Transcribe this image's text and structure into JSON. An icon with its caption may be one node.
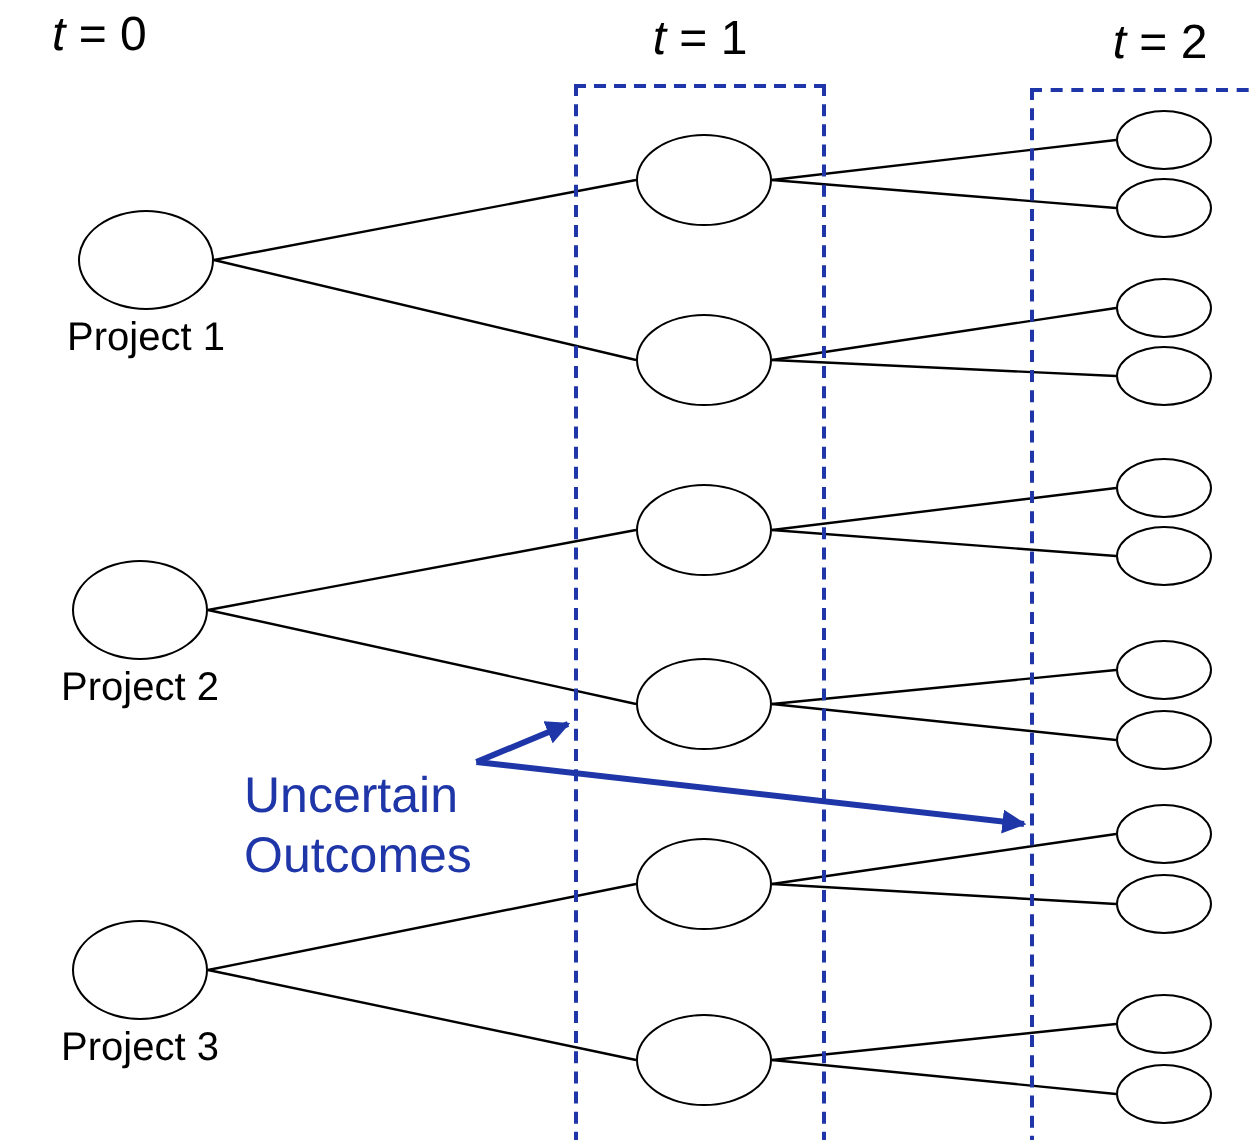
{
  "diagram": {
    "nodes": [
      {
        "text": [
          "*t* = 1"
        ]
      },
      {
        "text": [
          "*t* = 2"
        ]
      },
      {
        "text": [],
        "shape": "circle",
        "beside": [
          "Project 1"
        ]
      },
      {
        "text": [],
        "shape": "circle",
        "beside": [
          "Project 2"
        ]
      },
      {
        "text": [],
        "shape": "circle",
        "beside": [
          "Project 3"
        ]
      },
      {
        "text": [],
        "shape": "circle",
        "in": 0
      },
      {
        "text": [],
        "shape": "circle",
        "in": 0
      },
      {
        "text": [],
        "shape": "circle",
        "in": 0
      },
      {
        "text": [],
        "shape": "circle",
        "in": 0
      },
      {
        "text": [],
        "shape": "circle",
        "in": 0
      },
      {
        "text": [],
        "shape": "circle",
        "in": 0
      },
      {
        "text": [],
        "shape": "circle",
        "in": 1
      },
      {
        "text": [],
        "shape": "circle",
        "in": 1
      },
      {
        "text": [],
        "shape": "circle",
        "in": 1
      },
      {
        "text": [],
        "shape": "circle",
        "in": 1
      },
      {
        "text": [],
        "shape": "circle",
        "in": 1
      },
      {
        "text": [],
        "shape": "circle",
        "in": 1
      },
      {
        "text": [],
        "shape": "circle",
        "in": 1
      },
      {
        "text": [],
        "shape": "circle",
        "in": 1
      },
      {
        "text": [],
        "shape": "circle",
        "in": 1
      },
      {
        "text": [],
        "shape": "circle",
        "in": 1
      },
      {
        "text": [],
        "shape": "circle",
        "in": 1
      },
      {
        "text": [],
        "shape": "circle",
        "in": 1
      },
      {
        "text": [
          "Uncertain Outcomes"
        ]
      }
    ],
    "edges": [
      {
        "from": 2,
        "to": 5,
        "arrow": "none"
      },
      {
        "from": 2,
        "to": 6,
        "arrow": "none"
      },
      {
        "from": 3,
        "to": 7,
        "arrow": "none"
      },
      {
        "from": 3,
        "to": 8,
        "arrow": "none"
      },
      {
        "from": 4,
        "to": 9,
        "arrow": "none"
      },
      {
        "from": 4,
        "to": 10,
        "arrow": "none"
      },
      {
        "from": 5,
        "to": 11,
        "arrow": "none"
      },
      {
        "from": 5,
        "to": 12,
        "arrow": "none"
      },
      {
        "from": 6,
        "to": 13,
        "arrow": "none"
      },
      {
        "from": 6,
        "to": 14,
        "arrow": "none"
      },
      {
        "from": 7,
        "to": 15,
        "arrow": "none"
      },
      {
        "from": 7,
        "to": 16,
        "arrow": "none"
      },
      {
        "from": 8,
        "to": 17,
        "arrow": "none"
      },
      {
        "from": 8,
        "to": 18,
        "arrow": "none"
      },
      {
        "from": 9,
        "to": 19,
        "arrow": "none"
      },
      {
        "from": 9,
        "to": 20,
        "arrow": "none"
      },
      {
        "from": 10,
        "to": 21,
        "arrow": "none"
      },
      {
        "from": 10,
        "to": 22,
        "arrow": "none"
      },
      {
        "from": 23,
        "to": 0,
        "arrow": "to",
        "style": "thick",
        "color": "#1f36a8"
      },
      {
        "from": 23,
        "to": 1,
        "arrow": "to",
        "style": "thick",
        "color": "#1f36a8"
      }
    ],
    "labels": [
      "*t* = 0"
    ]
  }
}
